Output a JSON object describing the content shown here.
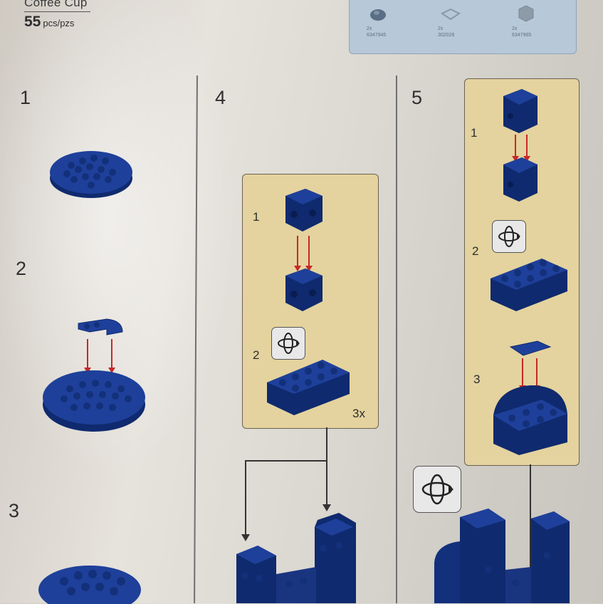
{
  "header": {
    "title": "Coffee Cup",
    "piece_count": "55",
    "piece_unit": "pcs/pzs"
  },
  "parts_list": [
    {
      "qty": "2x",
      "code": "6347945"
    },
    {
      "qty": "2x",
      "code": "302026"
    },
    {
      "qty": "2x",
      "code": "6347965"
    }
  ],
  "steps": {
    "s1": "1",
    "s2": "2",
    "s3": "3",
    "s4": "4",
    "s5": "5"
  },
  "step4_callout": {
    "sub1": "1",
    "sub2": "2",
    "multiplier": "3x"
  },
  "step5_callout": {
    "sub1": "1",
    "sub2": "2",
    "sub3": "3"
  },
  "icons": {
    "rotate": "rotate-model-icon"
  },
  "colors": {
    "brick_blue": "#1a3a8c",
    "callout_bg": "#e4d39e",
    "parts_panel_bg": "#b7c8d8",
    "arrow_red": "#c62828"
  }
}
